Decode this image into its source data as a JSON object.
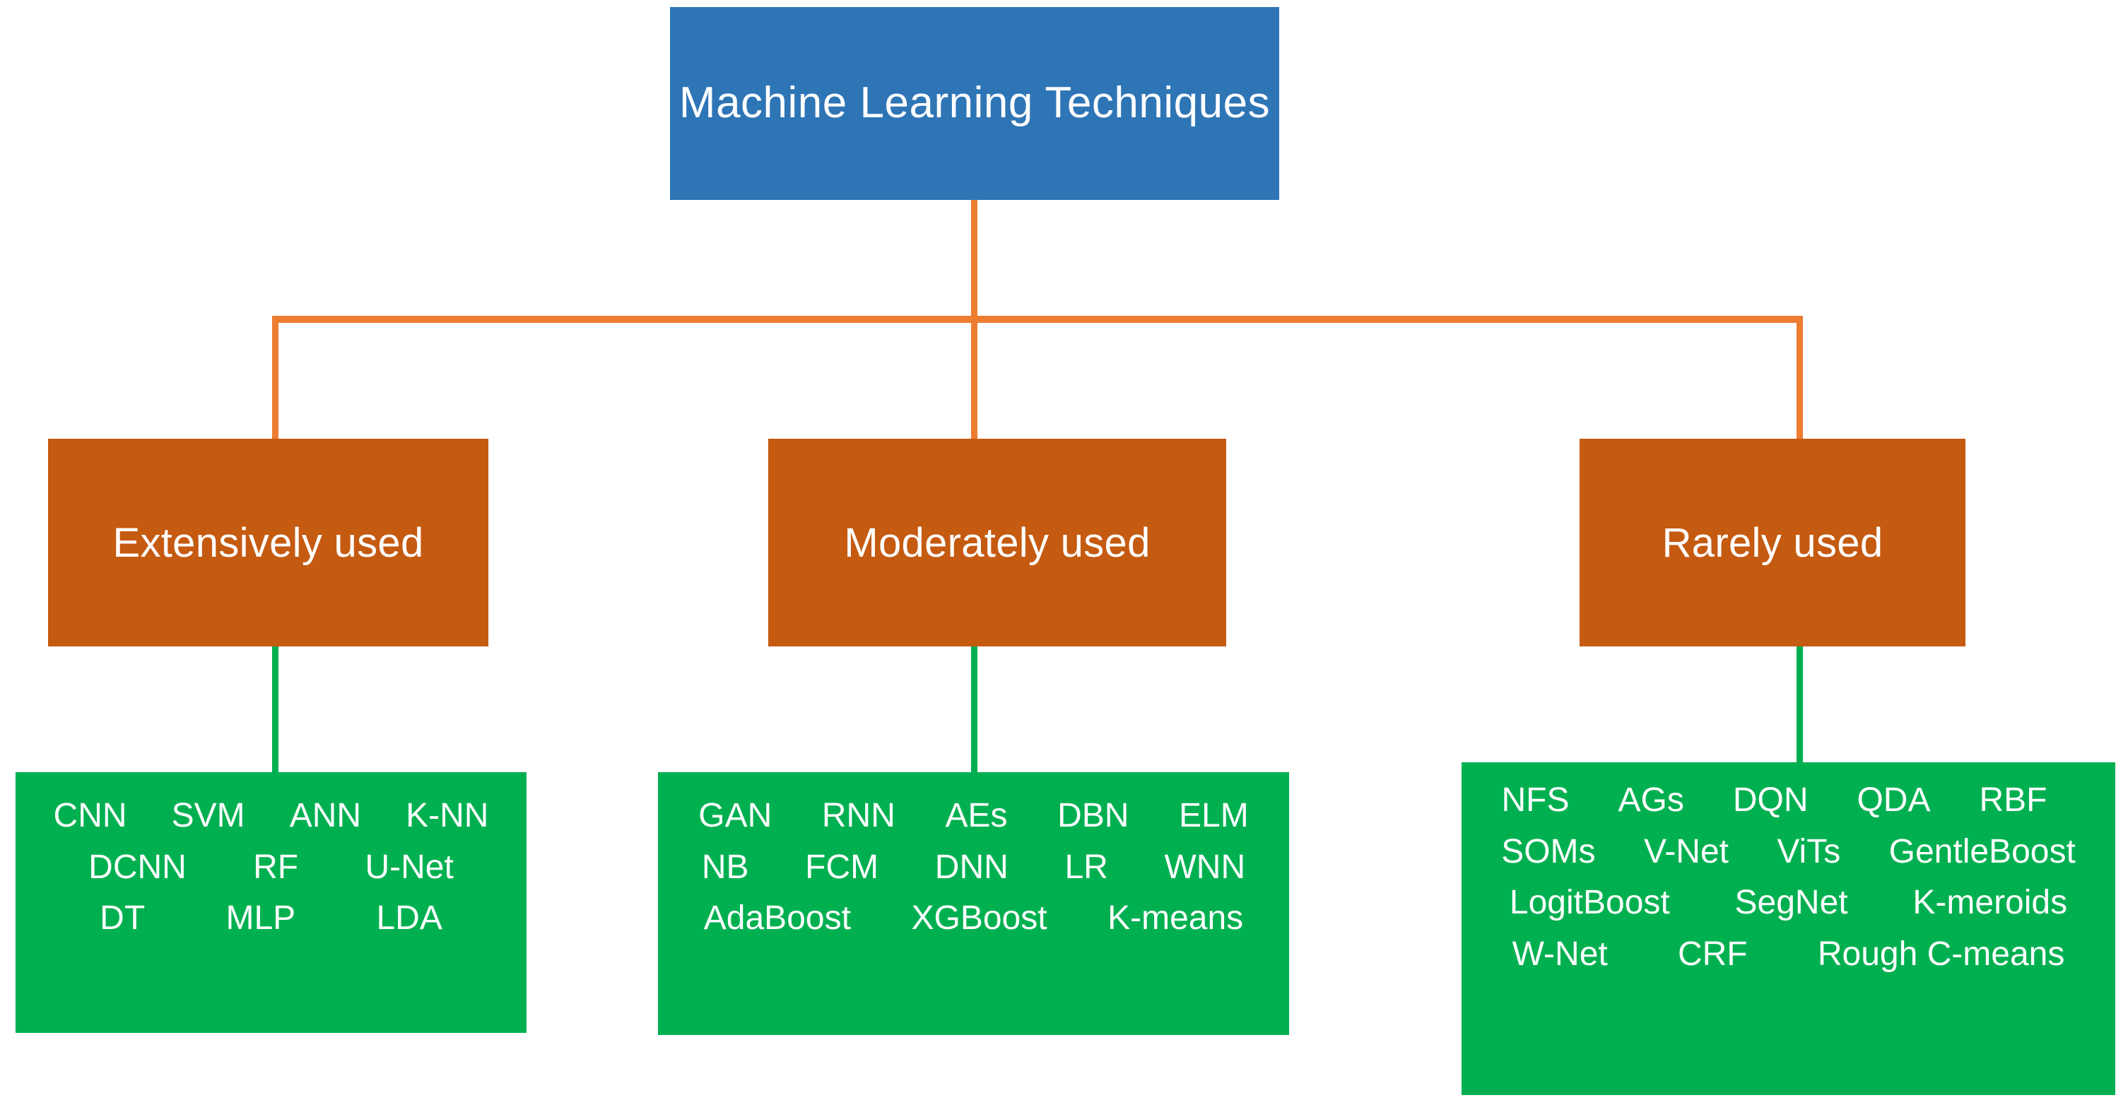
{
  "diagram": {
    "root": {
      "label": "Machine Learning Techniques",
      "color": "#2E75B6"
    },
    "connector_colors": {
      "root_to_category": "#ED7D31",
      "category_to_leaf": "#00B050"
    },
    "categories": [
      {
        "label": "Extensively used",
        "color": "#C55A11",
        "leaf_color": "#00B050",
        "rows": [
          [
            "CNN",
            "SVM",
            "ANN",
            "K-NN"
          ],
          [
            "DCNN",
            "RF",
            "U-Net"
          ],
          [
            "DT",
            "MLP",
            "LDA"
          ]
        ]
      },
      {
        "label": "Moderately used",
        "color": "#C55A11",
        "leaf_color": "#00B050",
        "rows": [
          [
            "GAN",
            "RNN",
            "AEs",
            "DBN",
            "ELM"
          ],
          [
            "NB",
            "FCM",
            "DNN",
            "LR",
            "WNN"
          ],
          [
            "AdaBoost",
            "XGBoost",
            "K-means"
          ]
        ]
      },
      {
        "label": "Rarely used",
        "color": "#C55A11",
        "leaf_color": "#00B050",
        "rows": [
          [
            "NFS",
            "AGs",
            "DQN",
            "QDA",
            "RBF"
          ],
          [
            "SOMs",
            "V-Net",
            "ViTs",
            "GentleBoost"
          ],
          [
            "LogitBoost",
            "SegNet",
            "K-meroids"
          ],
          [
            "W-Net",
            "CRF",
            "Rough C-means"
          ]
        ]
      }
    ]
  }
}
